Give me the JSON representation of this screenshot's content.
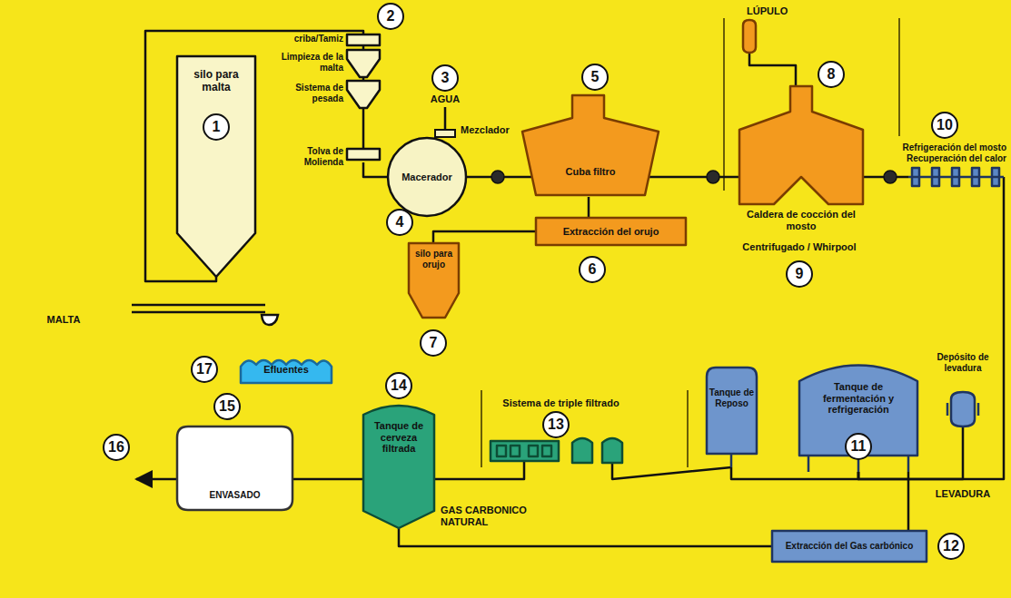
{
  "diagram": {
    "nodes": [
      {
        "text": [
          "silo para malta"
        ]
      },
      {
        "text": [
          "criba/Tamiz"
        ]
      },
      {
        "text": [
          "Limpieza de la malta"
        ]
      },
      {
        "text": [
          "Sistema de pesada"
        ]
      },
      {
        "text": [
          "Tolva de Molienda"
        ]
      },
      {
        "text": [
          "Macerador"
        ]
      },
      {
        "text": [
          "Cuba filtro"
        ]
      },
      {
        "text": [
          "Extracción del orujo"
        ]
      },
      {
        "text": [
          "silo para orujo"
        ]
      },
      {
        "text": [
          "LÚPULO"
        ]
      },
      {
        "text": [
          "Caldera de cocción del mosto"
        ]
      },
      {
        "text": [
          "Refrigeración del mosto Recuperación del calor"
        ]
      },
      {
        "text": [
          "Tanque de fermentación y refrigeración"
        ]
      },
      {
        "text": [
          "Depósito de levadura"
        ]
      },
      {
        "text": [
          "Tanque de Reposo"
        ]
      },
      {
        "text": [
          "Sistema de triple filtrado"
        ]
      },
      {
        "text": [
          "Tanque de cerveza filtrada"
        ]
      },
      {
        "text": [
          "ENVASADO"
        ]
      },
      {
        "text": [
          "Extracción del Gas carbónico"
        ]
      },
      {
        "text": [
          "Efluentes"
        ]
      }
    ],
    "edges": [
      {
        "from": 0,
        "to": 1,
        "arrow": "none"
      },
      {
        "from": 1,
        "to": 2,
        "arrow": "none"
      },
      {
        "from": 2,
        "to": 3,
        "arrow": "none"
      },
      {
        "from": 3,
        "to": 4,
        "arrow": "none"
      },
      {
        "from": 4,
        "to": 5,
        "arrow": "none"
      },
      {
        "from": 5,
        "to": 6,
        "arrow": "none"
      },
      {
        "from": 6,
        "to": 7,
        "arrow": "none"
      },
      {
        "from": 7,
        "to": 8,
        "arrow": "none"
      },
      {
        "from": 6,
        "to": 10,
        "arrow": "none"
      },
      {
        "from": 9,
        "to": 10,
        "arrow": "none"
      },
      {
        "from": 10,
        "to": 11,
        "arrow": "none"
      },
      {
        "from": 11,
        "to": 12,
        "arrow": "none"
      },
      {
        "from": 13,
        "to": 12,
        "arrow": "none"
      },
      {
        "from": 12,
        "to": 14,
        "arrow": "none"
      },
      {
        "from": 14,
        "to": 15,
        "arrow": "none"
      },
      {
        "from": 15,
        "to": 16,
        "arrow": "none"
      },
      {
        "from": 16,
        "to": 17,
        "arrow": "none"
      },
      {
        "from": 12,
        "to": 18,
        "arrow": "none"
      },
      {
        "from": 18,
        "to": 16,
        "arrow": "none"
      }
    ],
    "labels": [
      "1",
      "2",
      "3",
      "AGUA",
      "Mezclador",
      "4",
      "5",
      "6",
      "7",
      "8",
      "9",
      "Centrifugado / Whirpool",
      "10",
      "MALTA",
      "17",
      "15",
      "16",
      "14",
      "GAS CARBONICO NATURAL",
      "13",
      "11",
      "LEVADURA",
      "12"
    ]
  }
}
